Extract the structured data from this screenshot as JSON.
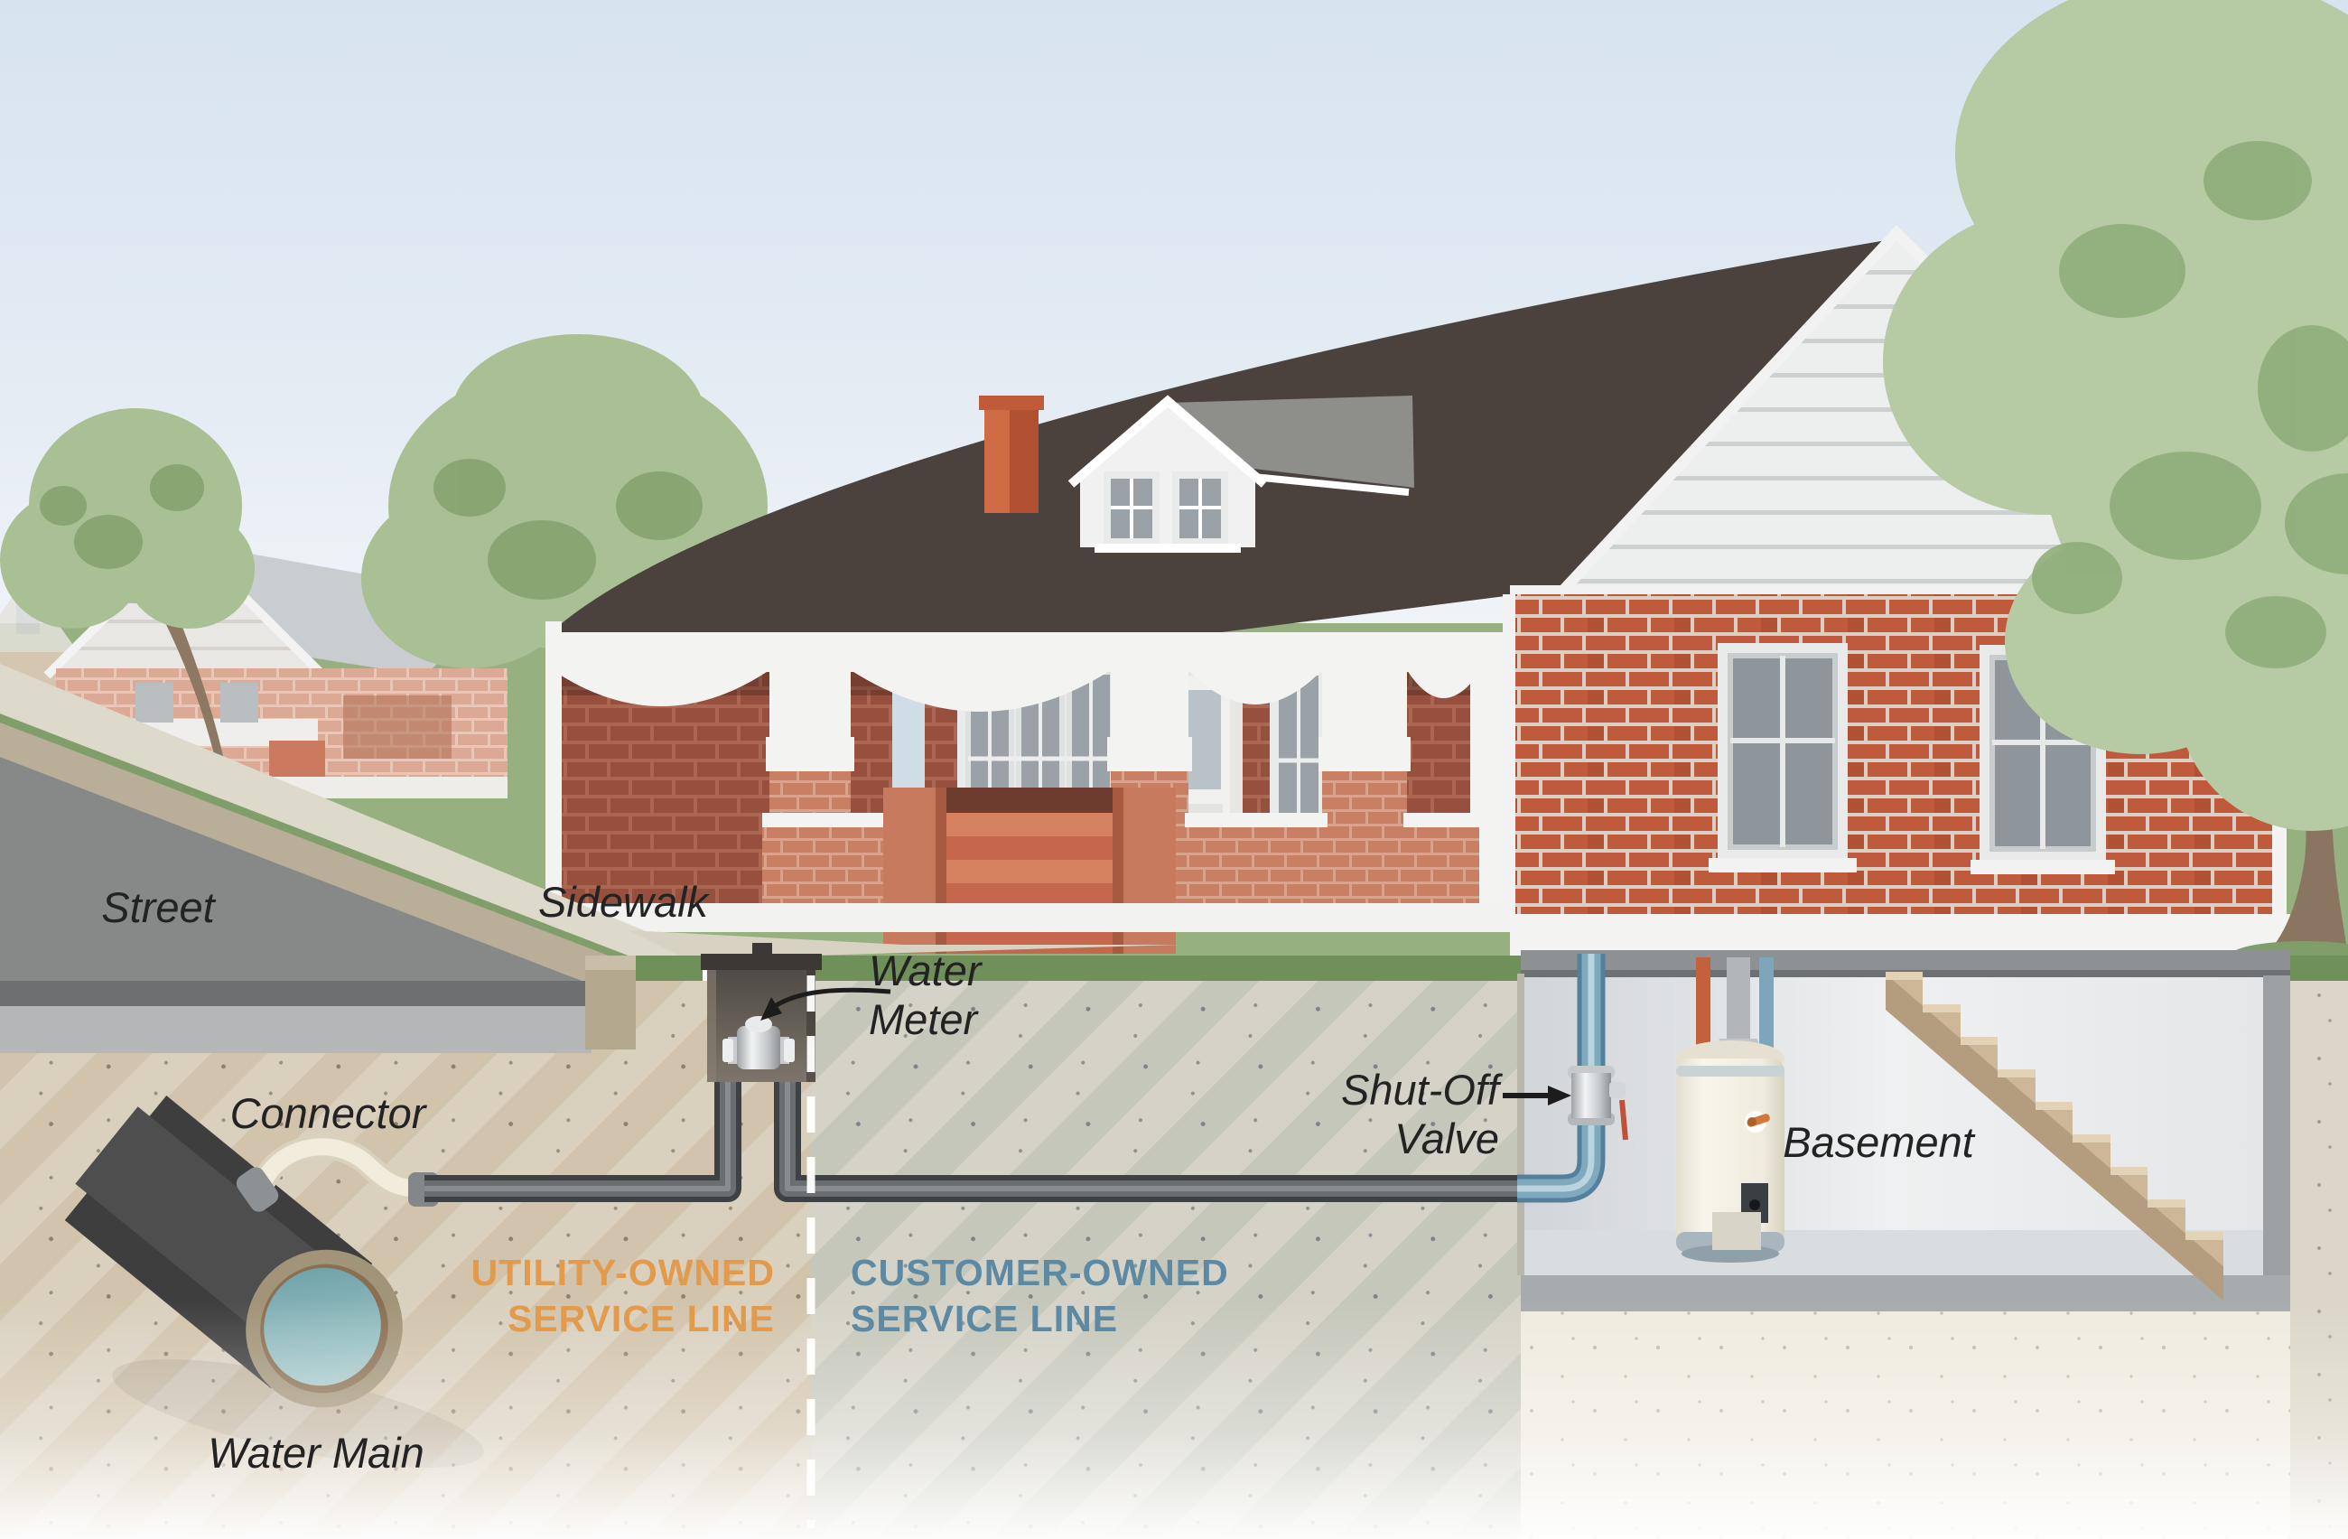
{
  "labels": {
    "street": "Street",
    "sidewalk": "Sidewalk",
    "water_meter": {
      "line1": "Water",
      "line2": "Meter"
    },
    "connector": "Connector",
    "water_main": "Water Main",
    "shut_off": {
      "line1": "Shut-Off",
      "line2": "Valve"
    },
    "basement": "Basement",
    "utility": {
      "line1": "UTILITY-OWNED",
      "line2": "SERVICE LINE"
    },
    "customer": {
      "line1": "CUSTOMER-OWNED",
      "line2": "SERVICE LINE"
    }
  },
  "colors": {
    "utility_orange": "#E29A4D",
    "customer_blue": "#5E89A3",
    "label_dark": "#232323",
    "divider_dash_white": "#FFFFFF",
    "service_pipe_gray": "#5A5D60",
    "interior_pipe_blue": "#7FA9BD",
    "water_main_dark": "#3E3E3E",
    "water_teal": "#7FA8AD",
    "soil_warm": "#D8CFBF",
    "soil_cool": "#D4D2C6",
    "lawn_green": "#97B07F",
    "brick_red": "#C05A3C",
    "roof_dark": "#4B423E",
    "sky_blue": "#D9E4EF",
    "valve_handle_red": "#C0503A"
  }
}
